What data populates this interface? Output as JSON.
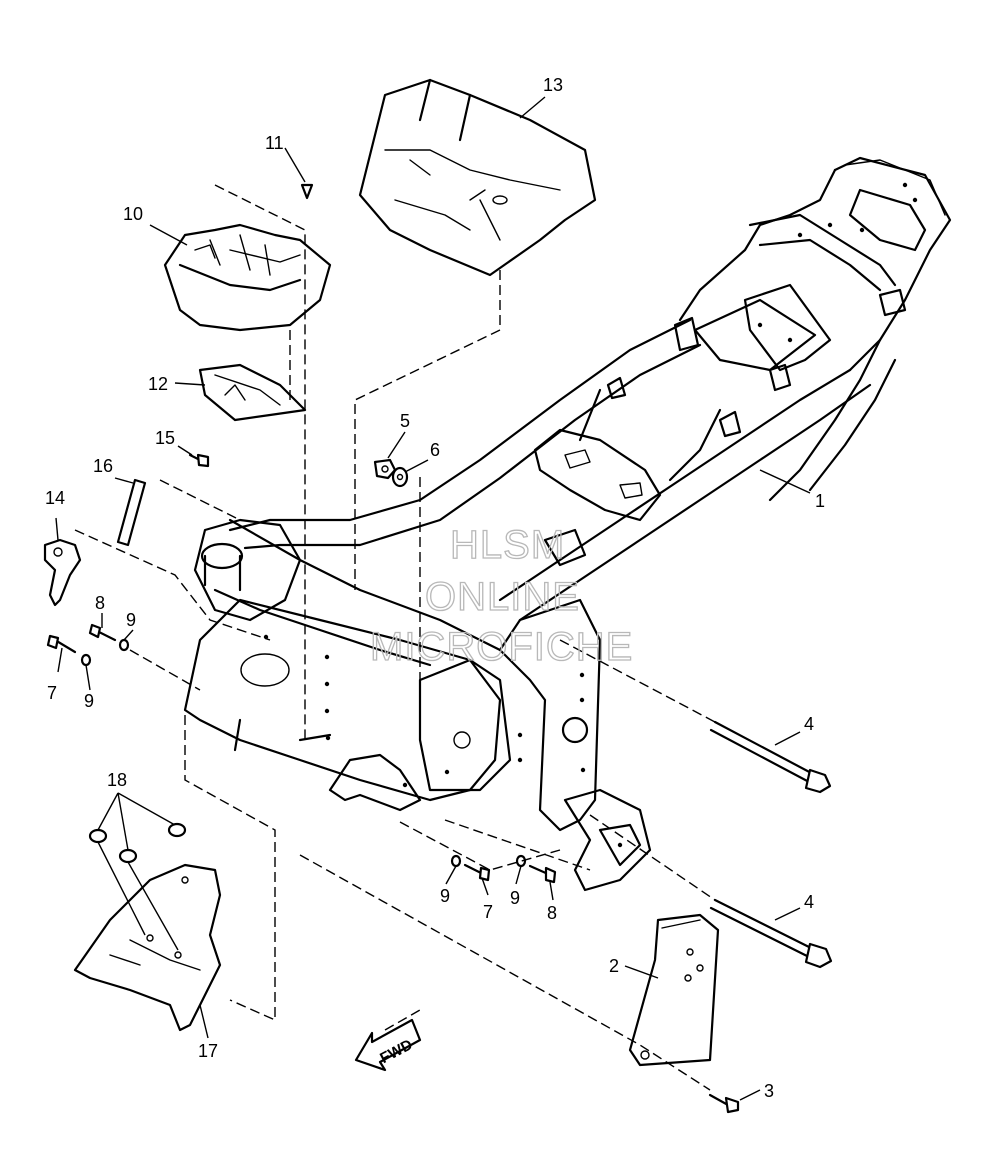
{
  "callouts": [
    {
      "id": "c1",
      "label": "1"
    },
    {
      "id": "c2",
      "label": "2"
    },
    {
      "id": "c3",
      "label": "3"
    },
    {
      "id": "c4a",
      "label": "4"
    },
    {
      "id": "c4b",
      "label": "4"
    },
    {
      "id": "c5",
      "label": "5"
    },
    {
      "id": "c6",
      "label": "6"
    },
    {
      "id": "c7a",
      "label": "7"
    },
    {
      "id": "c7b",
      "label": "7"
    },
    {
      "id": "c8a",
      "label": "8"
    },
    {
      "id": "c8b",
      "label": "8"
    },
    {
      "id": "c9a",
      "label": "9"
    },
    {
      "id": "c9b",
      "label": "9"
    },
    {
      "id": "c9c",
      "label": "9"
    },
    {
      "id": "c9d",
      "label": "9"
    },
    {
      "id": "c10",
      "label": "10"
    },
    {
      "id": "c11",
      "label": "11"
    },
    {
      "id": "c12",
      "label": "12"
    },
    {
      "id": "c13",
      "label": "13"
    },
    {
      "id": "c14",
      "label": "14"
    },
    {
      "id": "c15",
      "label": "15"
    },
    {
      "id": "c16",
      "label": "16"
    },
    {
      "id": "c17",
      "label": "17"
    },
    {
      "id": "c18",
      "label": "18"
    }
  ],
  "watermark": {
    "line1": "HLSM",
    "line2": "ONLINE",
    "line3": "MICROFICHE"
  },
  "fwd_label": "FWD"
}
